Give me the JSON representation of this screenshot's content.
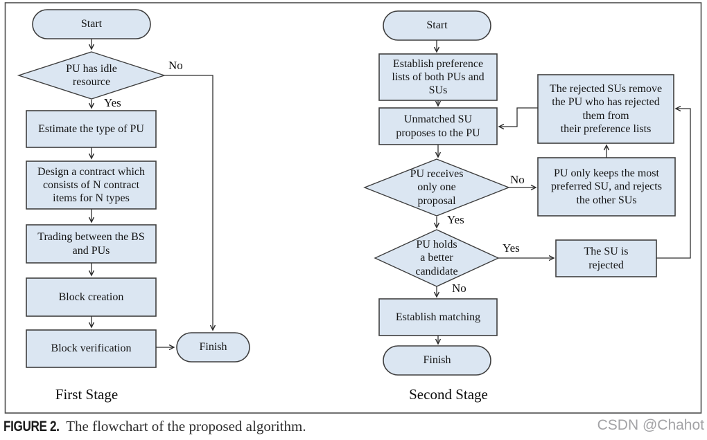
{
  "figure": {
    "caption_label": "FIGURE 2.",
    "caption_text": "The flowchart of the proposed algorithm.",
    "watermark": "CSDN @Chahot"
  },
  "colors": {
    "node_fill": "#dbe6f2",
    "node_stroke": "#3f3f3f",
    "line": "#2f2f2f"
  },
  "first_stage": {
    "title": "First Stage",
    "nodes": {
      "start": "Start",
      "decision_idle": [
        "PU has idle",
        "resource"
      ],
      "estimate": "Estimate the type of PU",
      "design_contract": [
        "Design a contract which",
        "consists of N contract",
        "items for N types"
      ],
      "trading": [
        "Trading between the BS",
        "and PUs"
      ],
      "block_creation": "Block creation",
      "block_verification": "Block verification",
      "finish": "Finish"
    },
    "edge_labels": {
      "no": "No",
      "yes": "Yes"
    }
  },
  "second_stage": {
    "title": "Second Stage",
    "nodes": {
      "start": "Start",
      "establish_pref": [
        "Establish preference",
        "lists of both PUs and",
        "SUs"
      ],
      "unmatched": [
        "Unmatched SU",
        "proposes to the PU"
      ],
      "decision_proposal": [
        "PU receives",
        "only one",
        "proposal"
      ],
      "decision_candidate": [
        "PU holds",
        "a better",
        "candidate"
      ],
      "establish_matching": "Establish matching",
      "finish": "Finish",
      "rejected_remove": [
        "The rejected SUs remove",
        "the PU who has rejected",
        "them from",
        "their preference lists"
      ],
      "keeps_most": [
        "PU only keeps the most",
        "preferred SU, and rejects",
        "the other SUs"
      ],
      "su_rejected": [
        "The SU is",
        "rejected"
      ]
    },
    "edge_labels": {
      "proposal_no": "No",
      "proposal_yes": "Yes",
      "candidate_yes": "Yes",
      "candidate_no": "No"
    }
  }
}
